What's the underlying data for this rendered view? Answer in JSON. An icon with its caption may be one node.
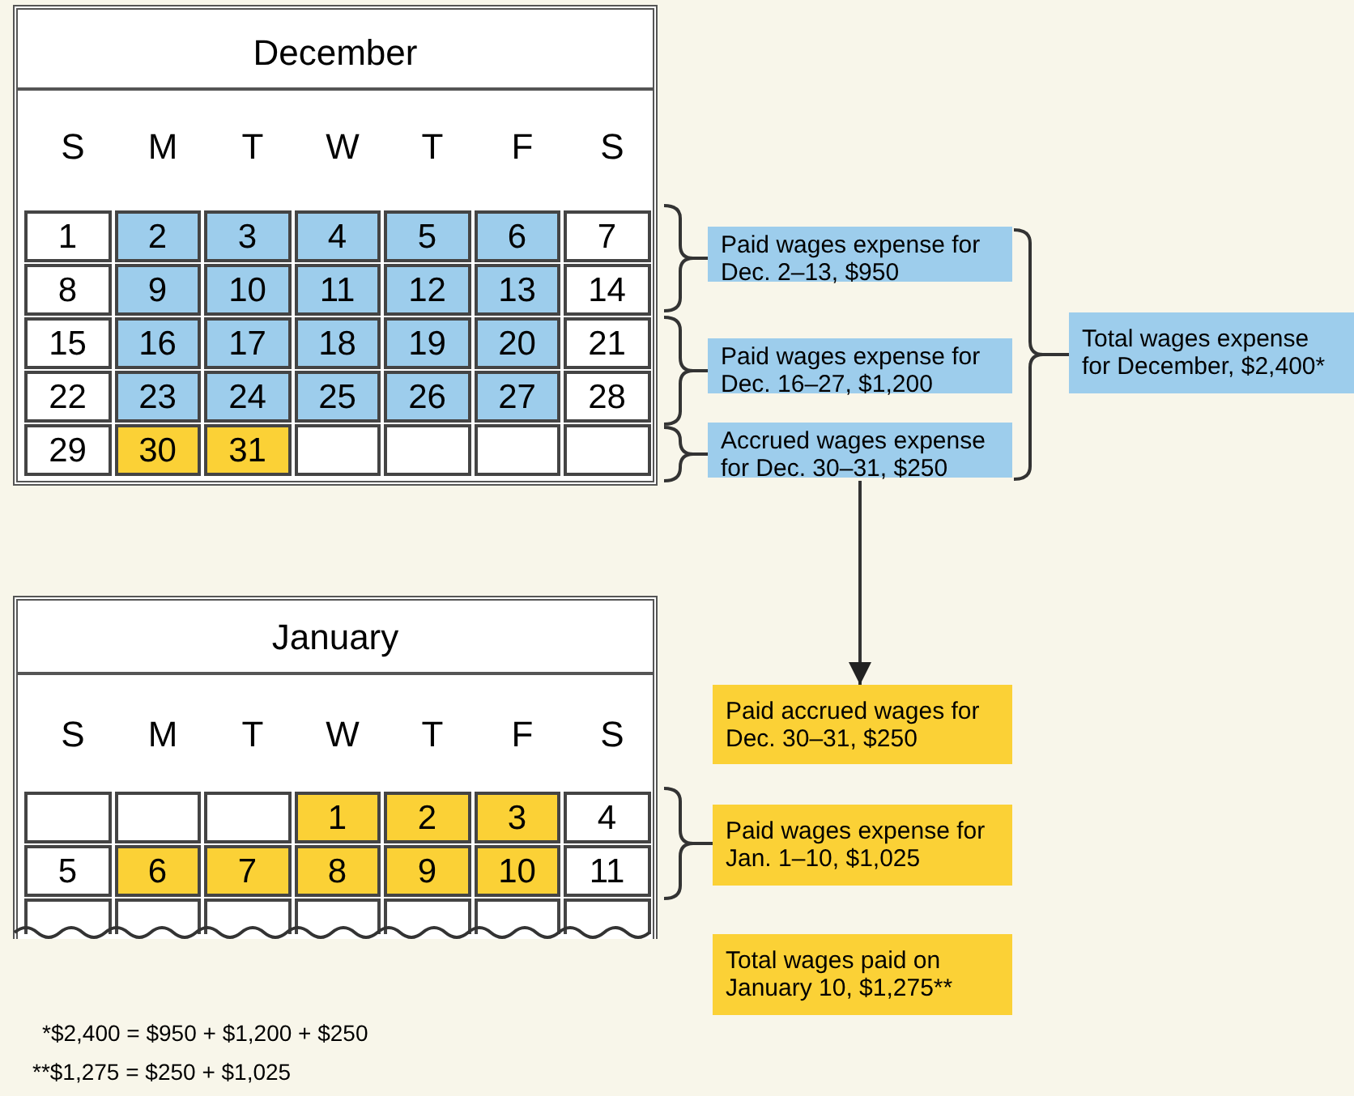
{
  "diagram": {
    "nodes": [
      {
        "text": [
          "December"
        ]
      },
      {
        "text": [
          "January"
        ]
      },
      {
        "text": [
          "Paid wages expense for Dec. 2–13, $950"
        ]
      },
      {
        "text": [
          "Paid wages expense for Dec. 16–27, $1,200"
        ]
      },
      {
        "text": [
          "Accrued wages expense for Dec. 30–31, $250"
        ]
      },
      {
        "text": [
          "Total wages expense for December, $2,400*"
        ]
      },
      {
        "text": [
          "Paid accrued wages for Dec. 30–31, $250"
        ]
      },
      {
        "text": [
          "Paid wages expense for Jan. 1–10, $1,025"
        ]
      },
      {
        "text": [
          "Total wages paid on January 10, $1,275**"
        ]
      }
    ],
    "edges": [
      {
        "from": 4,
        "to": 6,
        "arrow": "to"
      }
    ],
    "labels": [
      "S",
      "M",
      "T",
      "W",
      "T",
      "F",
      "S",
      "1",
      "2",
      "3",
      "4",
      "5",
      "6",
      "7",
      "8",
      "9",
      "10",
      "11",
      "12",
      "13",
      "14",
      "15",
      "16",
      "17",
      "18",
      "19",
      "20",
      "21",
      "22",
      "23",
      "24",
      "25",
      "26",
      "27",
      "28",
      "29",
      "30",
      "31",
      "S",
      "M",
      "T",
      "W",
      "T",
      "F",
      "S",
      "1",
      "2",
      "3",
      "4",
      "5",
      "6",
      "7",
      "8",
      "9",
      "10",
      "11",
      "*$2,400 = $950 + $1,200 + $250",
      "**$1,275 = $250 + $1,025"
    ]
  }
}
